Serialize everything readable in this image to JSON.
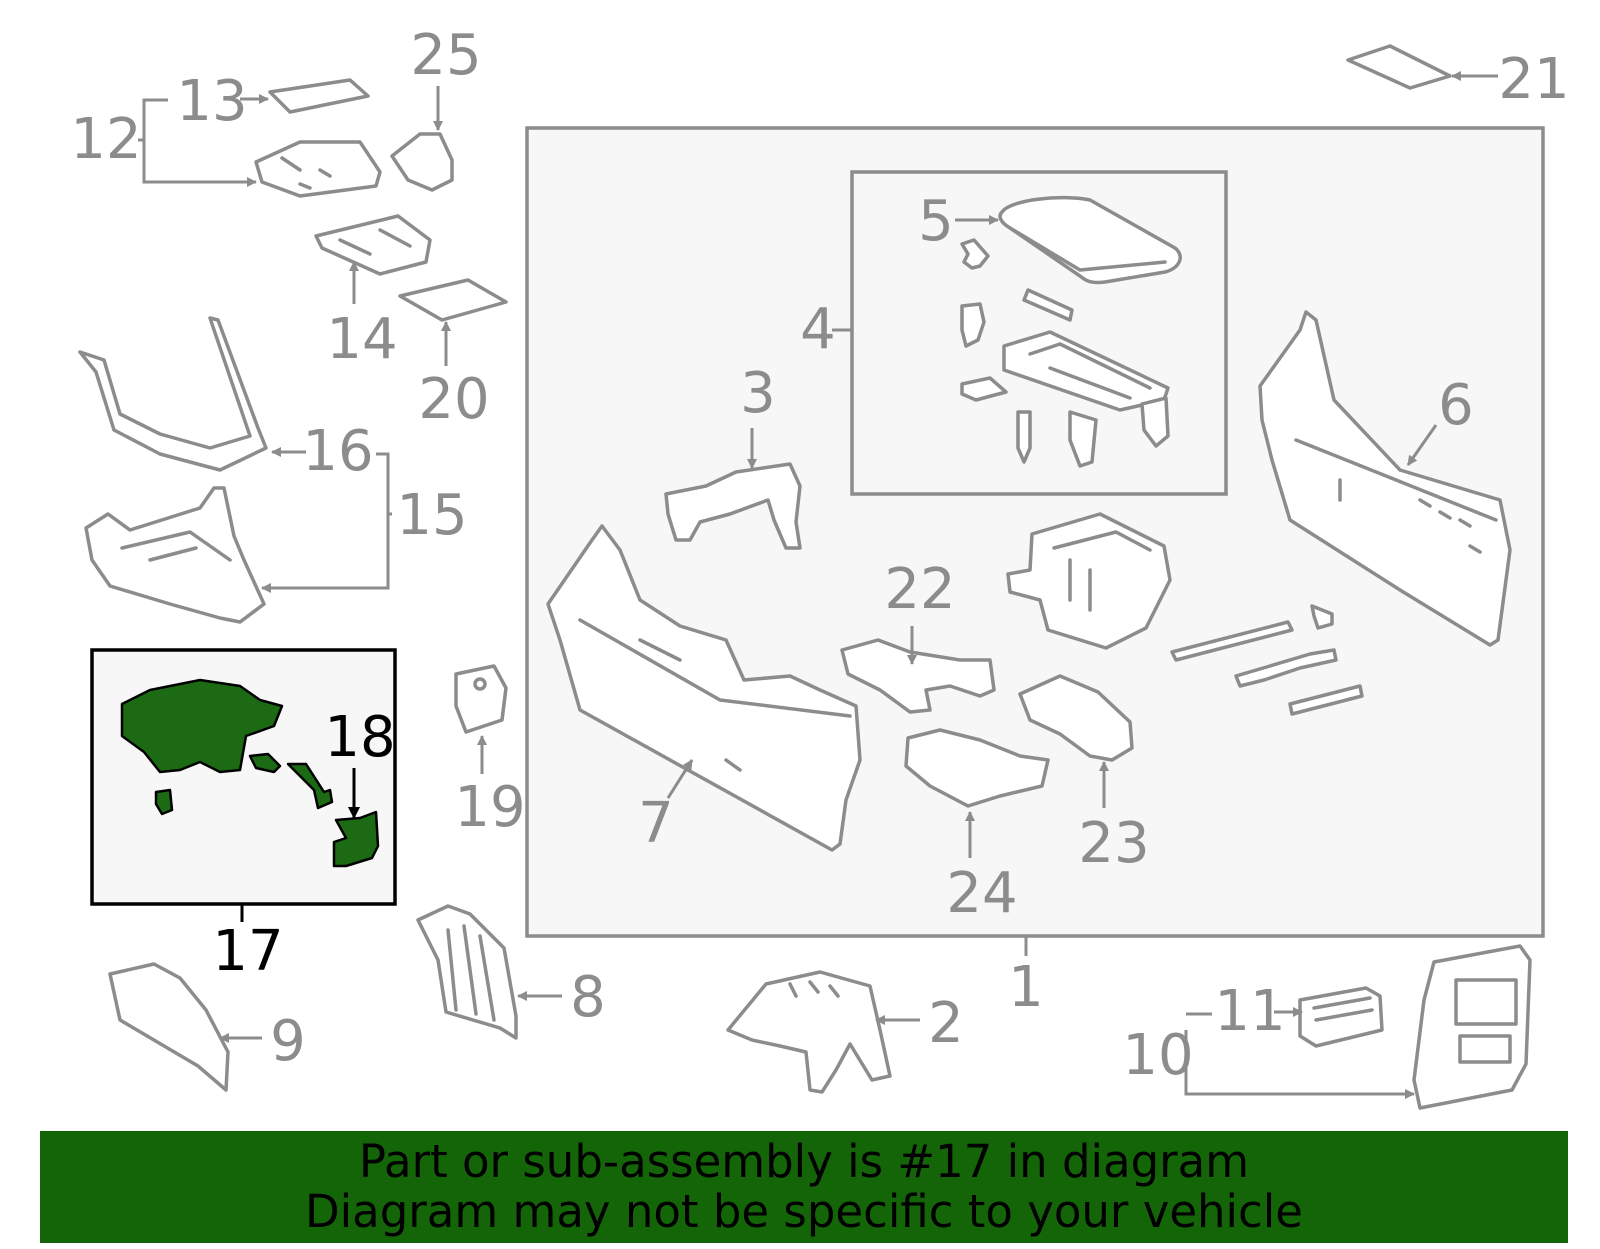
{
  "diagram": {
    "highlighted_part": "17",
    "highlight_color": "#1c6b14",
    "line_color": "#8c8c8c",
    "callouts": {
      "c1": "1",
      "c2": "2",
      "c3": "3",
      "c4": "4",
      "c5": "5",
      "c6": "6",
      "c7": "7",
      "c8": "8",
      "c9": "9",
      "c10": "10",
      "c11": "11",
      "c12": "12",
      "c13": "13",
      "c14": "14",
      "c15": "15",
      "c16": "16",
      "c17": "17",
      "c18": "18",
      "c19": "19",
      "c20": "20",
      "c21": "21",
      "c22": "22",
      "c23": "23",
      "c24": "24",
      "c25": "25"
    }
  },
  "banner": {
    "line1": "Part or sub-assembly is #17 in diagram",
    "line2": "Diagram may not be specific to your vehicle",
    "background": "#136507"
  }
}
